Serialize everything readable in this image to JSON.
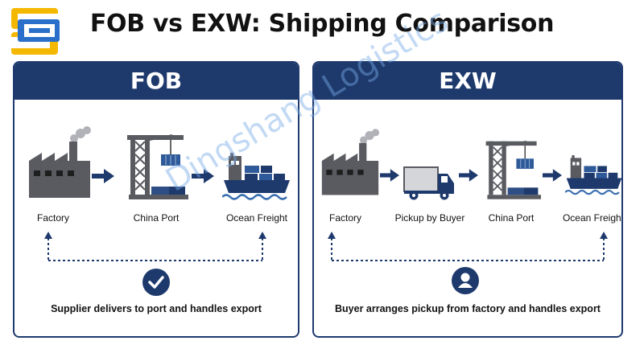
{
  "title": "FOB vs EXW: Shipping Comparison",
  "logo_icon": "company-logo",
  "colors": {
    "navy": "#1e3a6d",
    "gray": "#595b61",
    "wave": "#3a6fb0",
    "watermark": "#78aae6",
    "logo_yellow": "#f5b800",
    "logo_blue": "#2a6fc9"
  },
  "fob": {
    "heading": "FOB",
    "steps": [
      {
        "label": "Factory",
        "icon": "factory-icon"
      },
      {
        "label": "China Port",
        "icon": "port-crane-icon"
      },
      {
        "label": "Ocean Freight",
        "icon": "cargo-ship-icon"
      }
    ],
    "badge_icon": "checkmark-icon",
    "caption": "Supplier delivers to port and handles export"
  },
  "exw": {
    "heading": "EXW",
    "steps": [
      {
        "label": "Factory",
        "icon": "factory-icon"
      },
      {
        "label": "Pickup by Buyer",
        "icon": "truck-icon"
      },
      {
        "label": "China Port",
        "icon": "port-crane-icon"
      },
      {
        "label": "Ocean Freight",
        "icon": "cargo-ship-icon"
      }
    ],
    "badge_icon": "user-icon",
    "caption": "Buyer arranges pickup from factory and handles export"
  },
  "watermark": "Dingshang Logistics"
}
